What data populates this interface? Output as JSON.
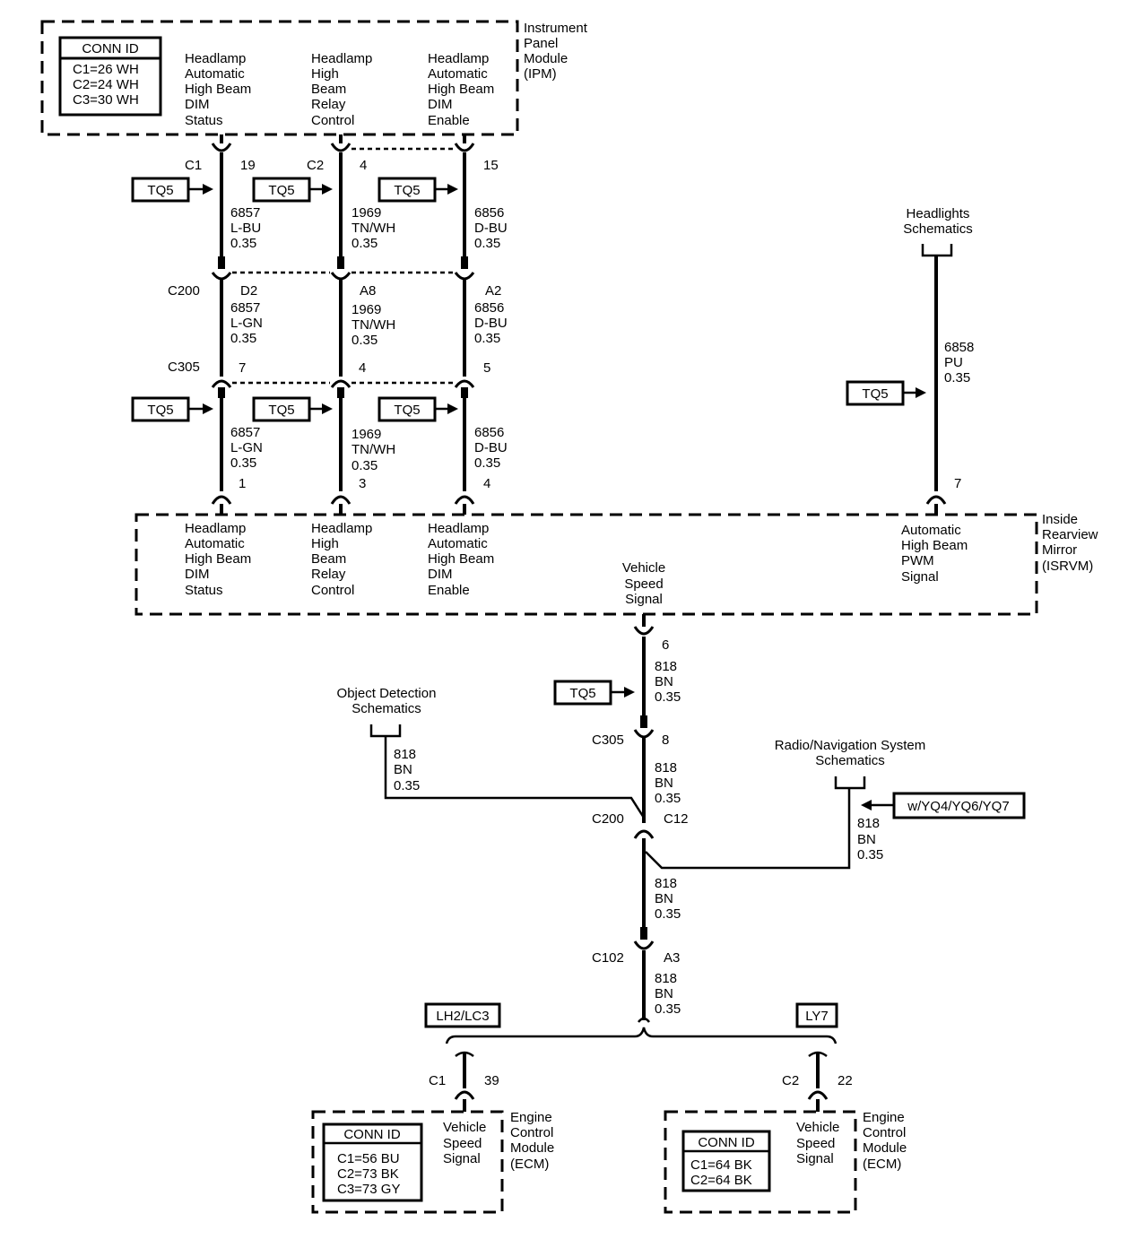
{
  "ipm": {
    "name": [
      "Instrument",
      "Panel",
      "Module",
      "(IPM)"
    ],
    "conn_title": "CONN ID",
    "conn_rows": [
      "C1=26 WH",
      "C2=24 WH",
      "C3=30 WH"
    ],
    "pins": [
      [
        "Headlamp",
        "Automatic",
        "High Beam",
        "DIM",
        "Status"
      ],
      [
        "Headlamp",
        "High",
        "Beam",
        "Relay",
        "Control"
      ],
      [
        "Headlamp",
        "Automatic",
        "High Beam",
        "DIM",
        "Enable"
      ]
    ]
  },
  "ipm_connectors": {
    "c1": "C1",
    "c2": "C2",
    "pin_a": "19",
    "pin_b": "4",
    "pin_c": "15"
  },
  "option": "TQ5",
  "wires_upper": [
    [
      "6857",
      "L-BU",
      "0.35"
    ],
    [
      "1969",
      "TN/WH",
      "0.35"
    ],
    [
      "6856",
      "D-BU",
      "0.35"
    ]
  ],
  "c200": {
    "label": "C200",
    "pins": [
      "D2",
      "A8",
      "A2"
    ]
  },
  "wires_mid": [
    [
      "6857",
      "L-GN",
      "0.35"
    ],
    [
      "1969",
      "TN/WH",
      "0.35"
    ],
    [
      "6856",
      "D-BU",
      "0.35"
    ]
  ],
  "c305": {
    "label": "C305",
    "pins": [
      "7",
      "4",
      "5"
    ]
  },
  "wires_lower": [
    [
      "6857",
      "L-GN",
      "0.35"
    ],
    [
      "1969",
      "TN/WH",
      "0.35"
    ],
    [
      "6856",
      "D-BU",
      "0.35"
    ]
  ],
  "isrvm_pins": [
    "1",
    "3",
    "4",
    "7"
  ],
  "headlights": {
    "name": [
      "Headlights",
      "Schematics"
    ],
    "wire": [
      "6858",
      "PU",
      "0.35"
    ]
  },
  "isrvm": {
    "name": [
      "Inside",
      "Rearview",
      "Mirror",
      "(ISRVM)"
    ],
    "pins": [
      [
        "Headlamp",
        "Automatic",
        "High Beam",
        "DIM",
        "Status"
      ],
      [
        "Headlamp",
        "High",
        "Beam",
        "Relay",
        "Control"
      ],
      [
        "Headlamp",
        "Automatic",
        "High Beam",
        "DIM",
        "Enable"
      ],
      [
        "Automatic",
        "High Beam",
        "PWM",
        "Signal"
      ]
    ],
    "vss": [
      "Vehicle",
      "Speed",
      "Signal"
    ]
  },
  "vss": {
    "pin_top": "6",
    "wire1": [
      "818",
      "BN",
      "0.35"
    ],
    "c305": "C305",
    "c305_pin": "8",
    "wire2": [
      "818",
      "BN",
      "0.35"
    ],
    "c200": "C200",
    "c200_pin": "C12",
    "wire3": [
      "818",
      "BN",
      "0.35"
    ],
    "c102": "C102",
    "c102_pin": "A3",
    "wire4": [
      "818",
      "BN",
      "0.35"
    ]
  },
  "obj_detect": {
    "name": [
      "Object Detection",
      "Schematics"
    ],
    "wire": [
      "818",
      "BN",
      "0.35"
    ]
  },
  "radio": {
    "name": [
      "Radio/Navigation System",
      "Schematics"
    ],
    "option": "w/YQ4/YQ6/YQ7",
    "wire": [
      "818",
      "BN",
      "0.35"
    ]
  },
  "variants": {
    "left": "LH2/LC3",
    "right": "LY7"
  },
  "ecm_left": {
    "conn": "C1",
    "pin": "39",
    "conn_title": "CONN ID",
    "conn_rows": [
      "C1=56 BU",
      "C2=73 BK",
      "C3=73 GY"
    ],
    "signal": [
      "Vehicle",
      "Speed",
      "Signal"
    ],
    "name": [
      "Engine",
      "Control",
      "Module",
      "(ECM)"
    ]
  },
  "ecm_right": {
    "conn": "C2",
    "pin": "22",
    "conn_title": "CONN ID",
    "conn_rows": [
      "C1=64 BK",
      "C2=64 BK"
    ],
    "signal": [
      "Vehicle",
      "Speed",
      "Signal"
    ],
    "name": [
      "Engine",
      "Control",
      "Module",
      "(ECM)"
    ]
  }
}
